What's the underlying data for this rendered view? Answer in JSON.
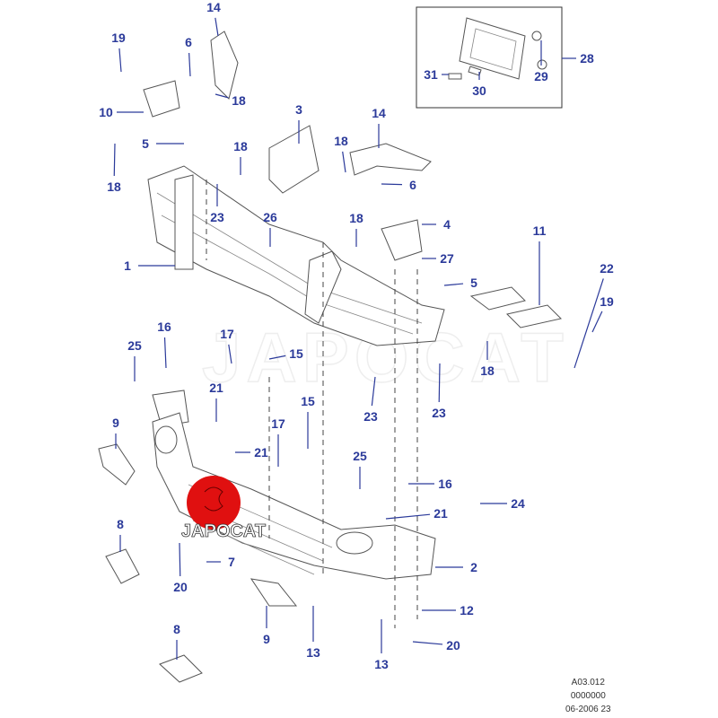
{
  "diagram": {
    "callouts": [
      "19",
      "6",
      "14",
      "10",
      "18",
      "5",
      "18",
      "3",
      "18",
      "23",
      "26",
      "14",
      "18",
      "6",
      "18",
      "4",
      "27",
      "1",
      "11",
      "22",
      "5",
      "19",
      "18",
      "25",
      "16",
      "17",
      "15",
      "21",
      "23",
      "23",
      "9",
      "17",
      "21",
      "15",
      "25",
      "16",
      "24",
      "21",
      "8",
      "7",
      "20",
      "2",
      "12",
      "9",
      "13",
      "8",
      "13",
      "20",
      "28",
      "31",
      "30",
      "29"
    ],
    "watermark": "JAPOCAT",
    "logo_text": "JAPOCAT",
    "reference": [
      "A03.012",
      "0000000",
      "06-2006 23"
    ],
    "colors": {
      "callout": "#2b3a9a",
      "logo": "#e01010"
    }
  }
}
